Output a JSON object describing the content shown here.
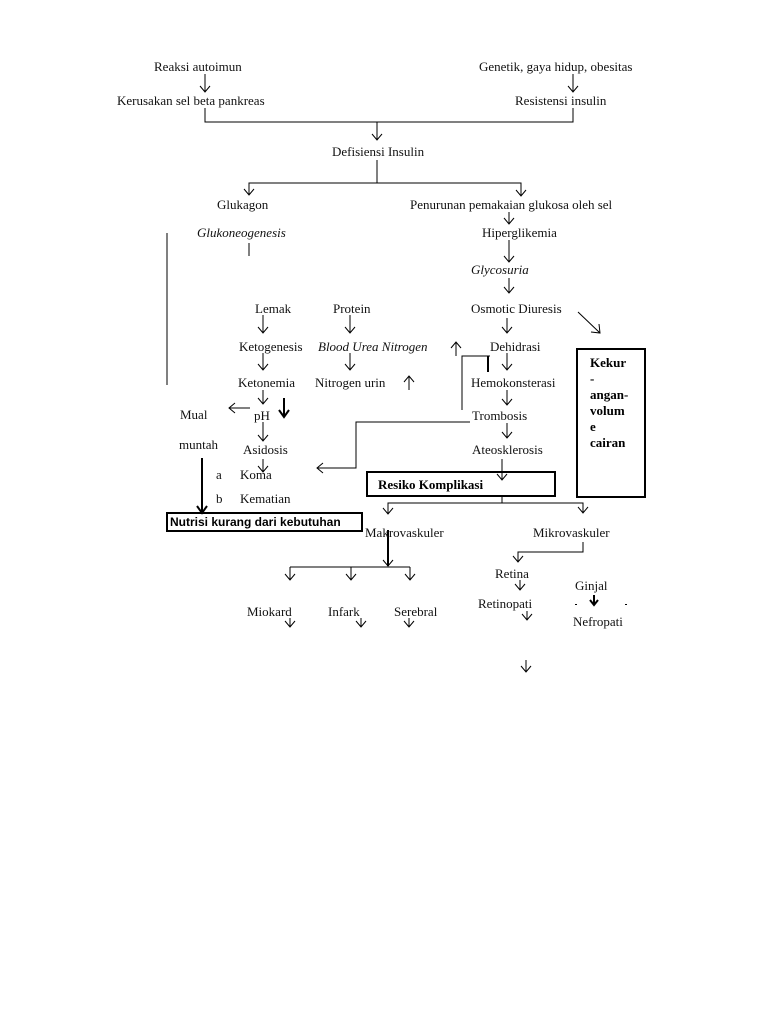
{
  "nodes": {
    "reaksi_autoimun": "Reaksi autoimun",
    "genetik": "Genetik, gaya hidup, obesitas",
    "kerusakan": "Kerusakan sel beta pankreas",
    "resistensi": "Resistensi insulin",
    "defisiensi": "Defisiensi Insulin",
    "glukagon": "Glukagon",
    "penurunan": "Penurunan pemakaian glukosa oleh sel",
    "glukoneogenesis": "Glukoneogenesis",
    "hiperglikemia": "Hiperglikemia",
    "glycosuria": "Glycosuria",
    "lemak": "Lemak",
    "protein": "Protein",
    "osmotic": "Osmotic Diuresis",
    "ketogenesis": "Ketogenesis",
    "bun": "Blood Urea Nitrogen",
    "dehidrasi": "Dehidrasi",
    "ketonemia": "Ketonemia",
    "nitrogen_urin": "Nitrogen urin",
    "hemokonsterasi": "Hemokonsterasi",
    "mual": "Mual",
    "muntah": "muntah",
    "ph": "pH",
    "trombosis": "Trombosis",
    "asidosis": "Asidosis",
    "ateosklerosis": "Ateosklerosis",
    "koma_marker": "a",
    "koma": "Koma",
    "kematian_marker": "b",
    "kematian": "Kematian",
    "makrovaskuler": "Makrovaskuler",
    "mikrovaskuler": "Mikrovaskuler",
    "retina": "Retina",
    "ginjal": "Ginjal",
    "miokard": "Miokard",
    "infark": "Infark",
    "serebral": "Serebral",
    "retinopati": "Retinopati",
    "nefropati": "Nefropati"
  },
  "boxes": {
    "kekurangan_l1": "Kekur",
    "kekurangan_l2": "-",
    "kekurangan_l3": "angan-",
    "kekurangan_l4": "volum",
    "kekurangan_l5": "e",
    "kekurangan_l6": "cairan",
    "resiko": "Resiko Komplikasi",
    "nutrisi": "Nutrisi kurang dari kebutuhan"
  }
}
